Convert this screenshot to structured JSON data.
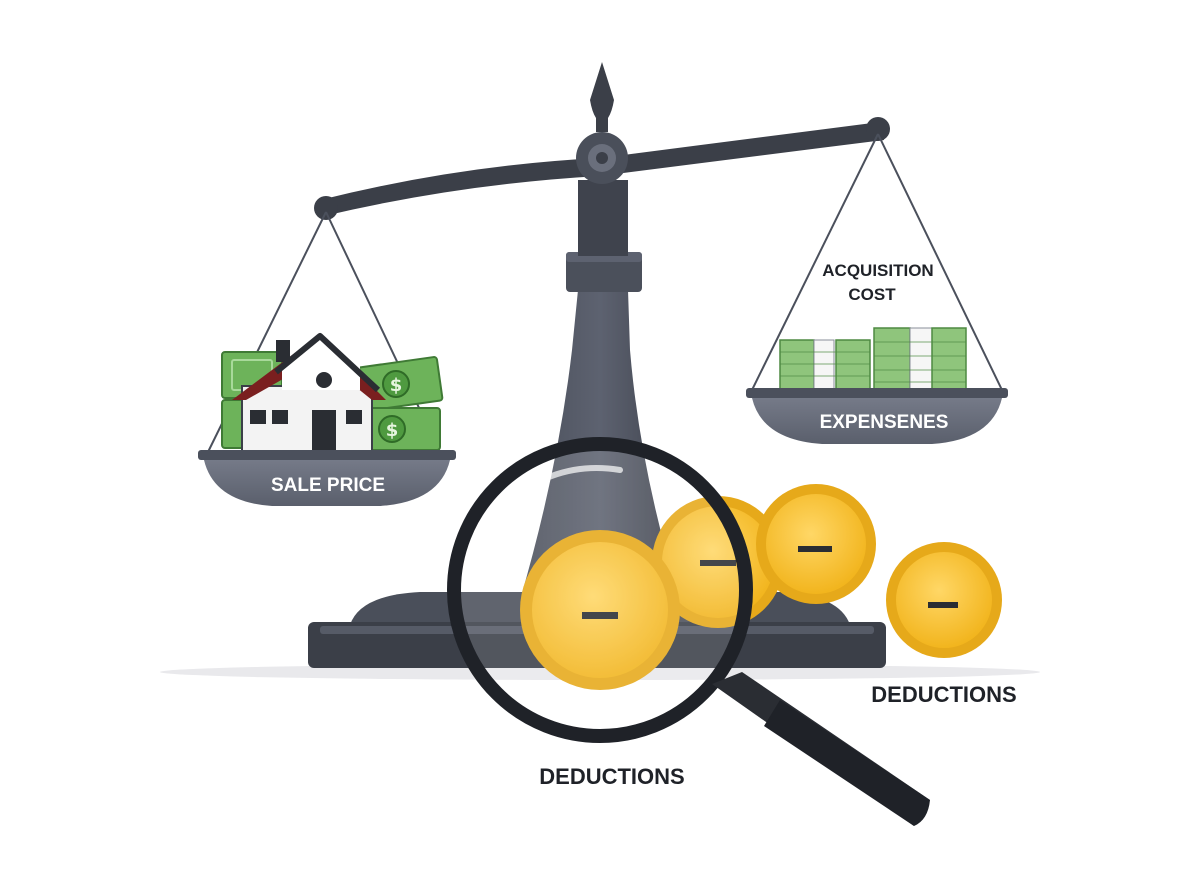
{
  "labels": {
    "sale_price": "SALE PRICE",
    "acquisition_cost_line1": "ACQUISITION",
    "acquisition_cost_line2": "COST",
    "expenses": "EXPENSENES",
    "deductions_right": "DEDUCTIONS",
    "deductions_bottom": "DEDUCTIONS",
    "coin_minus": "−"
  },
  "colors": {
    "scale_dark": "#3b3f48",
    "scale_mid": "#5a5f6b",
    "pan_body": "#6b7080",
    "pan_rim": "#4b505c",
    "coin_gold": "#f5c033",
    "coin_rim": "#e6a91a",
    "money_green": "#6db35a",
    "house_roof": "#7a1f1f",
    "magnifier": "#1f2228"
  },
  "icons": {
    "house": "house-icon",
    "cash": "cash-stack-icon",
    "coin": "minus-coin-icon",
    "magnifier": "magnifying-glass-icon"
  }
}
